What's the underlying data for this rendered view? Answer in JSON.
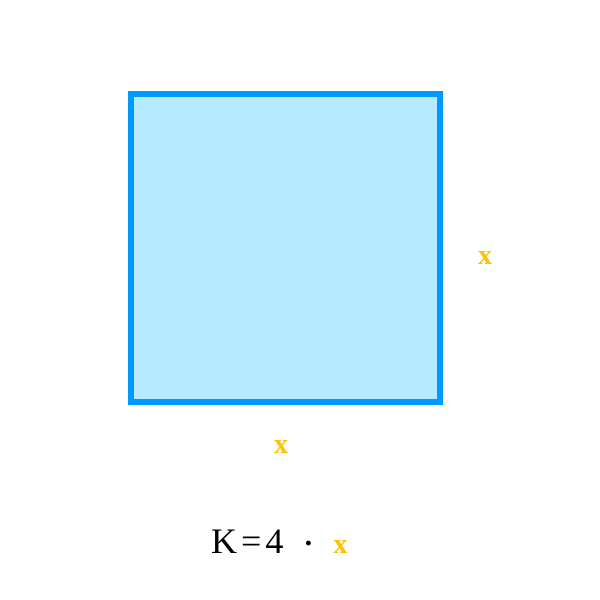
{
  "colors": {
    "square_fill": "#b5eaff",
    "square_stroke": "#0099ff",
    "variable": "#ffc000",
    "text": "#000000"
  },
  "square": {
    "side_right_label": "x",
    "side_bottom_label": "x"
  },
  "formula": {
    "lhs": "K",
    "equals": "=",
    "coefficient": "4",
    "operator": "·",
    "variable": "x"
  }
}
